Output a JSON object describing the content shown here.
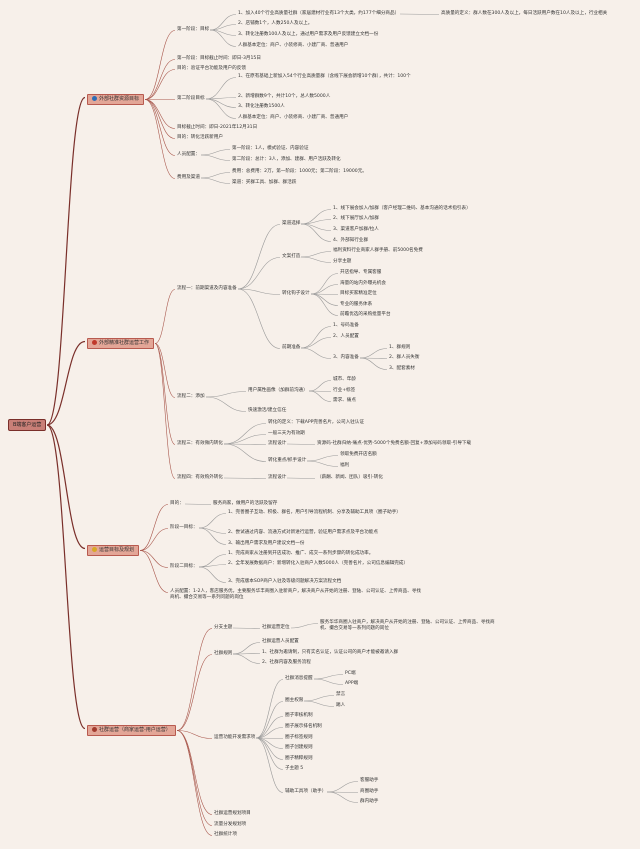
{
  "root": {
    "label": "B端客户运营"
  },
  "branches": [
    {
      "icon": "globe-icon",
      "label": "外部社群资源目标"
    },
    {
      "icon": "bolt-icon",
      "label": "外部精准社群运营工作"
    },
    {
      "icon": "bulb-icon",
      "label": "运营目标及规划"
    },
    {
      "icon": "flag-icon",
      "label": "社群运营（商家运营-用户运营）"
    }
  ],
  "nodes": {
    "s1": "第一阶段：目标",
    "s1a": "1、加入40个行业高质量社群（家居建材行业有13个大类，约177个细分商品）",
    "s1a_note": "高质量的定义：群人数在300人及以上，每日活跃用户数在10人及以上，行业相关",
    "s1b": "2、店铺数1个，人数250人及以上。",
    "s1c": "3、转化注册数100人及以上，通过用户需求及用户反馈建立文档一份",
    "s1d": "人群基本定位：商户、小装修商、小建厂商、普通用户",
    "s1e": "第一阶段：目标截止时间：即日-3月15日",
    "goal_label": "目的：验证平台功能及用户的反馈",
    "s2": "第二阶段目标",
    "s2a": "1、在原有基础上新加入54个行业高质量群（含线下展会新增10个群），共计：100个",
    "s2b": "2、新增群数9个，共计10个，总人数5000人",
    "s2c": "3、转化注册数1500人",
    "s2d": "人群基本定位：商户、小装修商、小建厂商、普通用户",
    "deadline": "目标截止时间：即日-2021年12月31日",
    "purpose": "目的：转化活跃新用户",
    "staff": "人员配置：",
    "staff1": "第一阶段：1人，模式验证、内容验证",
    "staff2": "第二阶段：总计：3人，添加、建群、用户活跃及转化",
    "cost": "费用及渠道",
    "cost1": "费用：总费用：2万，第一阶段：1000元；第二阶段：19000元。",
    "cost2": "渠道：买群工具、加群、群活跃",
    "p1": "流程一：前期渠道及内容准备",
    "ch": "渠道选择",
    "ch1": "1、线下展会加入/加群（客户经理二维码、基本沟通的话术指引表）",
    "ch2": "2、线下展厅加入/加群",
    "ch3": "3、渠道客户加群/拉人",
    "ch4": "4、外部知行业群",
    "cp": "文案打造",
    "cp1": "福利资料行业商家人群手册、前5000名免费",
    "cp2": "分享主题",
    "ud": "转化钩子设计",
    "ud1": "开店指导、专属客服",
    "ud2": "海量的站内外曝光机会",
    "ud3": "目标买家精准定位",
    "ud4": "专业的服务体系",
    "ud5": "前瞻优选的采购批量平台",
    "pr": "前期准备",
    "pr1": "1、号码准备",
    "pr2": "2、人员配置",
    "pr3": "3、内容准备",
    "pr3a": "1、群规则",
    "pr3b": "2、群人员失衡",
    "pr3c": "3、配套素材",
    "p2": "流程二：添加",
    "p2a": "用户属性画像（加群前沟通）",
    "p2a1": "城市、年龄",
    "p2a2": "行业+标签",
    "p2a3": "需求、痛点",
    "p2b": "快速激活/建立信任",
    "p3": "流程三：有效微内转化",
    "p3a": "转化的定义：下载APP完善名片，公司入驻认证",
    "p3b": "一般三天为有效期",
    "p3c": "流程设计",
    "p3c_note": "资源码-社群归纳-痛点-优势-5000个免费名额-回复+添加号码领取-引导下载",
    "p3d": "转化重点/抓手设计",
    "p3d1": "领取免费开店名额",
    "p3d2": "福利",
    "p4": "流程四：有效购外转化",
    "p4a": "流程设计",
    "p4a_note": "（薪酬、新闻、团队）吸引-转化",
    "g_goal": "目的：",
    "g_goal1": "服务商家，做用户的活跃及留存",
    "g1": "阶段一目标：",
    "g1a": "1、完善圈子互动、积极、群名，用户引导流程机制、分享及辅助工具项（圈子助手）",
    "g1b": "2、尝试通过内容、流通方式对新进行运营，验证用户需求点及平台功能点",
    "g1c": "3、输出用户需求及用户建议文档一份",
    "g2": "阶段二目标：",
    "g2a": "1、完成商家从注册到开店成功、推广、成交一系列步骤的转化成功率。",
    "g2b": "2、全年发展数据商户：新增转化入驻商户入数5000人（完善名片，公司信息编辑完成）",
    "g2c": "3、完成版本SOP商户入驻及等级问题解决方案流程文档",
    "g_staff": "人员配置：1-2人，客店服务优，主要服务华丰商圈入驻新商户，解决商户从开始的注册、登陆、公司认证、上传商品、寻找商机、撮合交易等一系列问题的岗位",
    "r1": "分支主题",
    "r1a": "社群运营定位",
    "r1a_note": "服务华华商圈入驻商户，解决商户从开始的注册、登陆、公司认证、上传商品、寻找商机、撮合交易等一系列问题的岗位",
    "r2": "社群规则",
    "r2a": "社群运营人员配置",
    "r2b": "1、社群为邀请制，只有实名认证，认证公司的商户才能被邀请入群",
    "r2c": "2、社群内容及服务流程",
    "r3": "运营功能开发需求项",
    "r3a": "社群消息提醒",
    "r3a1": "PC端",
    "r3a2": "APP端",
    "r3b": "圈主权限",
    "r3b1": "禁言",
    "r3b2": "踢人",
    "r3c": "圈子审核机制",
    "r3d": "圈子展示排名机制",
    "r3e": "圈子标签规则",
    "r3f": "圈子创建规则",
    "r3g": "圈子精粹规则",
    "r3h": "子主题 5",
    "r3i": "辅助工具项（助手）",
    "r3i1": "客服助手",
    "r3i2": "商圈助手",
    "r3i3": "群内助手",
    "r4": "社群运营规划项目",
    "r5": "流量分发规划项",
    "r6": "社群统计项"
  }
}
